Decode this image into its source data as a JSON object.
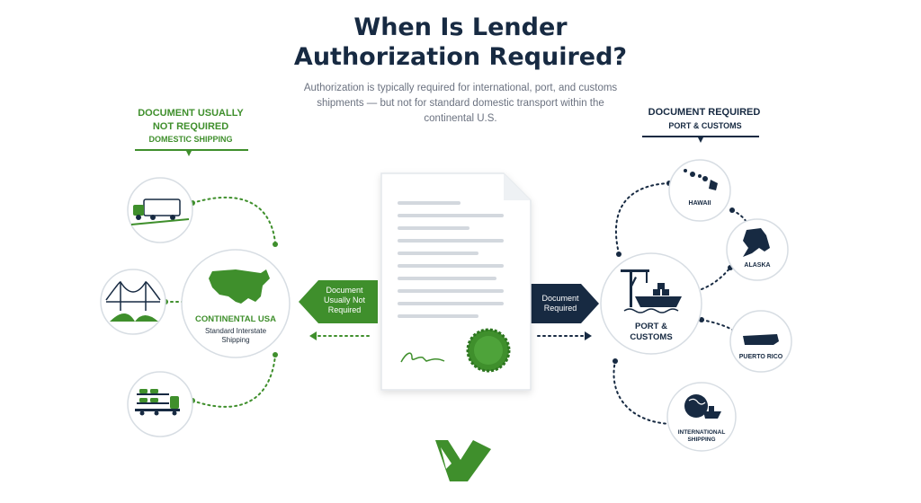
{
  "title_line1": "When Is Lender",
  "title_line2": "Authorization Required?",
  "subtitle": "Authorization is typically required for international, port, and customs shipments — but not for standard domestic transport within the continental U.S.",
  "left": {
    "heading_line1": "DOCUMENT USUALLY",
    "heading_line2": "NOT REQUIRED",
    "subheading": "DOMESTIC SHIPPING",
    "center_title": "CONTINENTAL USA",
    "center_sub_line1": "Standard Interstate",
    "center_sub_line2": "Shipping",
    "arrow_line1": "Document",
    "arrow_line2": "Usually Not",
    "arrow_line3": "Required"
  },
  "right": {
    "heading": "DOCUMENT REQUIRED",
    "subheading": "PORT & CUSTOMS",
    "center_line1": "PORT &",
    "center_line2": "CUSTOMS",
    "arrow_line1": "Document",
    "arrow_line2": "Required",
    "hawaii": "HAWAII",
    "alaska": "ALASKA",
    "puerto_rico": "PUERTO RICO",
    "intl_line1": "INTERNATIONAL",
    "intl_line2": "SHIPPING"
  },
  "icons": {
    "truck": "truck-icon",
    "bridge": "bridge-icon",
    "car_carrier": "car-carrier-icon",
    "usa_map": "usa-map-icon",
    "port_crane": "port-crane-ship-icon",
    "globe": "globe-ship-icon",
    "seal": "seal-icon",
    "logo": "brand-logo"
  },
  "colors": {
    "green": "#3f8f2c",
    "navy": "#172a42",
    "gray_text": "#6b7280"
  }
}
